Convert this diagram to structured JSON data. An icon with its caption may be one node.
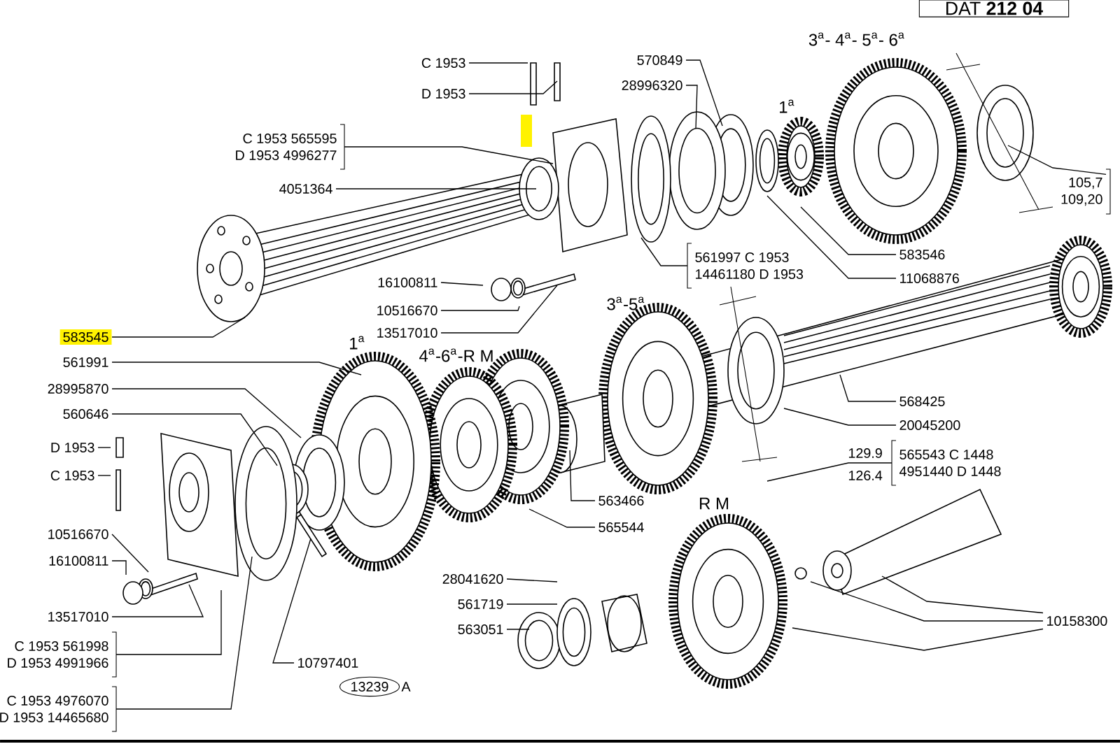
{
  "diagram": {
    "nodes": [
      {
        "text": [
          "C 1953"
        ]
      },
      {
        "text": [
          "D 1953"
        ]
      },
      {
        "text": [
          "C 1953 565595",
          "D 1953 4996277"
        ]
      },
      {
        "text": [
          "4051364"
        ]
      },
      {
        "text": [
          "570849"
        ]
      },
      {
        "text": [
          "28996320"
        ]
      },
      {
        "text": [
          "105,7",
          "109,20"
        ]
      },
      {
        "text": [
          "561997 C 1953",
          "14461180 D 1953"
        ]
      },
      {
        "text": [
          "583546"
        ]
      },
      {
        "text": [
          "11068876"
        ]
      },
      {
        "text": [
          "16100811"
        ]
      },
      {
        "text": [
          "10516670"
        ]
      },
      {
        "text": [
          "13517010"
        ]
      },
      {
        "text": [
          "583545"
        ]
      },
      {
        "text": [
          "561991"
        ]
      },
      {
        "text": [
          "28995870"
        ]
      },
      {
        "text": [
          "560646"
        ]
      },
      {
        "text": [
          "D 1953"
        ]
      },
      {
        "text": [
          "C 1953"
        ]
      },
      {
        "text": [
          "568425"
        ]
      },
      {
        "text": [
          "20045200"
        ]
      },
      {
        "text": [
          "565543 C 1448",
          "4951440 D 1448"
        ]
      },
      {
        "text": [
          "563466"
        ]
      },
      {
        "text": [
          "565544"
        ]
      },
      {
        "text": [
          "10516670"
        ]
      },
      {
        "text": [
          "16100811"
        ]
      },
      {
        "text": [
          "13517010"
        ]
      },
      {
        "text": [
          "C 1953 561998",
          "D 1953 4991966"
        ]
      },
      {
        "text": [
          "10797401"
        ]
      },
      {
        "text": [
          "C 1953 4976070",
          "D 1953 14465680"
        ]
      },
      {
        "text": [
          "28041620"
        ]
      },
      {
        "text": [
          "561719"
        ]
      },
      {
        "text": [
          "563051"
        ]
      },
      {
        "text": [
          "10158300"
        ]
      }
    ],
    "edges": [
      {
        "from": 0,
        "to": null,
        "arrow": "none"
      },
      {
        "from": 1,
        "to": null,
        "arrow": "none"
      },
      {
        "from": 2,
        "to": null,
        "arrow": "none"
      },
      {
        "from": 3,
        "to": null,
        "arrow": "none"
      },
      {
        "from": 4,
        "to": null,
        "arrow": "none"
      },
      {
        "from": 5,
        "to": null,
        "arrow": "none"
      },
      {
        "from": 6,
        "to": null,
        "arrow": "none"
      },
      {
        "from": 7,
        "to": null,
        "arrow": "none"
      },
      {
        "from": 8,
        "to": null,
        "arrow": "none"
      },
      {
        "from": 9,
        "to": null,
        "arrow": "none"
      },
      {
        "from": 10,
        "to": null,
        "arrow": "none"
      },
      {
        "from": 11,
        "to": null,
        "arrow": "none"
      },
      {
        "from": 12,
        "to": null,
        "arrow": "none"
      },
      {
        "from": 13,
        "to": null,
        "arrow": "none"
      },
      {
        "from": 14,
        "to": null,
        "arrow": "none"
      },
      {
        "from": 15,
        "to": null,
        "arrow": "none"
      },
      {
        "from": 16,
        "to": null,
        "arrow": "none"
      },
      {
        "from": 17,
        "to": null,
        "arrow": "none"
      },
      {
        "from": 18,
        "to": null,
        "arrow": "none"
      },
      {
        "from": 19,
        "to": null,
        "arrow": "none"
      },
      {
        "from": 20,
        "to": null,
        "arrow": "none"
      },
      {
        "from": 21,
        "to": null,
        "arrow": "none"
      },
      {
        "from": 22,
        "to": null,
        "arrow": "none"
      },
      {
        "from": 23,
        "to": null,
        "arrow": "none"
      },
      {
        "from": 24,
        "to": null,
        "arrow": "none"
      },
      {
        "from": 25,
        "to": null,
        "arrow": "none"
      },
      {
        "from": 26,
        "to": null,
        "arrow": "none"
      },
      {
        "from": 27,
        "to": null,
        "arrow": "none"
      },
      {
        "from": 28,
        "to": null,
        "arrow": "none"
      },
      {
        "from": 29,
        "to": null,
        "arrow": "none"
      },
      {
        "from": 30,
        "to": null,
        "arrow": "none"
      },
      {
        "from": 31,
        "to": null,
        "arrow": "none"
      },
      {
        "from": 32,
        "to": null,
        "arrow": "none"
      },
      {
        "from": 33,
        "to": null,
        "arrow": "none"
      },
      {
        "from": 33,
        "to": null,
        "arrow": "none"
      },
      {
        "from": 33,
        "to": null,
        "arrow": "none"
      }
    ],
    "labels": [
      "DAT **212 04**",
      "3$^{a}$- 4$^{a}$- 5$^{a}$- 6$^{a}$",
      "1$^{a}$",
      "1$^{a}$",
      "4$^{a}$-6$^{a}$-R M",
      "3$^{a}$-5$^{a}$",
      "129.9",
      "126.4",
      "R M",
      "13239",
      "A"
    ]
  }
}
